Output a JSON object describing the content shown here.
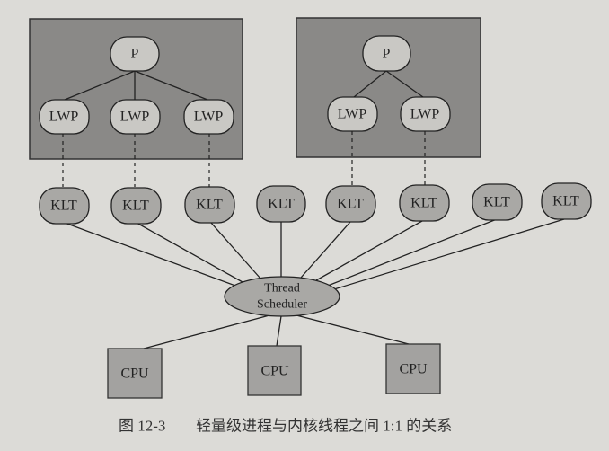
{
  "diagram": {
    "process_label": "P",
    "lwp_label": "LWP",
    "klt_label": "KLT",
    "scheduler": {
      "line1": "Thread",
      "line2": "Scheduler"
    },
    "cpu_label": "CPU",
    "process_groups": [
      {
        "process": "P",
        "lwps": [
          "LWP",
          "LWP",
          "LWP"
        ]
      },
      {
        "process": "P",
        "lwps": [
          "LWP",
          "LWP"
        ]
      }
    ],
    "klts": [
      "KLT",
      "KLT",
      "KLT",
      "KLT",
      "KLT",
      "KLT",
      "KLT",
      "KLT"
    ],
    "cpus": [
      "CPU",
      "CPU",
      "CPU"
    ]
  },
  "caption": {
    "number": "图 12-3",
    "text": "轻量级进程与内核线程之间 1:1 的关系"
  }
}
